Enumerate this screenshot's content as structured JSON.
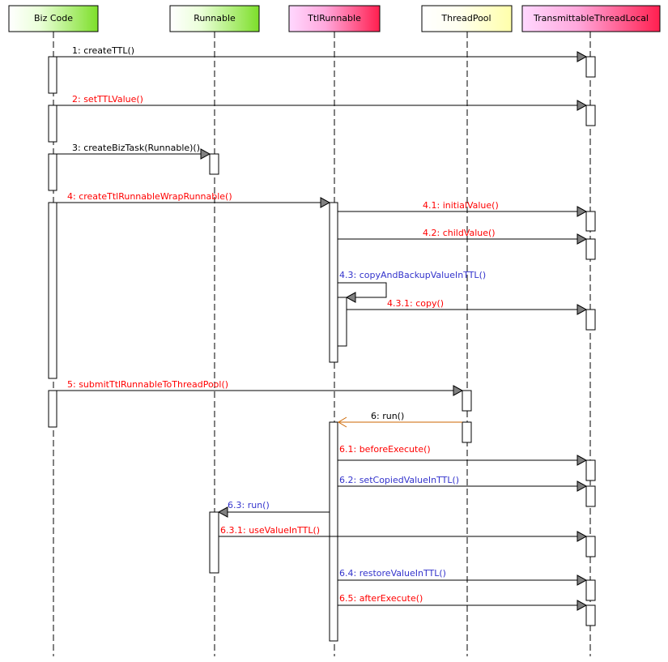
{
  "colors": {
    "black": "#000000",
    "red": "#ff0000",
    "blue": "#3333cc",
    "orange": "#cc6600",
    "arrowhead_fill": "#808080"
  },
  "participants": [
    {
      "id": "biz",
      "label": "Biz Code",
      "gradient": "green"
    },
    {
      "id": "runnable",
      "label": "Runnable",
      "gradient": "green"
    },
    {
      "id": "ttlrunnable",
      "label": "TtlRunnable",
      "gradient": "pink"
    },
    {
      "id": "threadpool",
      "label": "ThreadPool",
      "gradient": "yellow"
    },
    {
      "id": "ttl",
      "label": "TransmittableThreadLocal",
      "gradient": "pink"
    }
  ],
  "messages": [
    {
      "label": "1: createTTL()",
      "color": "black"
    },
    {
      "label": "2: setTTLValue()",
      "color": "red"
    },
    {
      "label": "3: createBizTask(Runnable)()",
      "color": "black"
    },
    {
      "label": "4: createTtlRunnableWrapRunnable()",
      "color": "red"
    },
    {
      "label": "4.1: initialValue()",
      "color": "red"
    },
    {
      "label": "4.2: childValue()",
      "color": "red"
    },
    {
      "label": "4.3: copyAndBackupValueInTTL()",
      "color": "blue"
    },
    {
      "label": "4.3.1: copy()",
      "color": "red"
    },
    {
      "label": "5: submitTtlRunnableToThreadPool()",
      "color": "red"
    },
    {
      "label": "6: run()",
      "color": "black"
    },
    {
      "label": "6.1: beforeExecute()",
      "color": "red"
    },
    {
      "label": "6.2: setCopiedValueInTTL()",
      "color": "blue"
    },
    {
      "label": "6.3: run()",
      "color": "blue"
    },
    {
      "label": "6.3.1: useValueInTTL()",
      "color": "red"
    },
    {
      "label": "6.4: restoreValueInTTL()",
      "color": "blue"
    },
    {
      "label": "6.5: afterExecute()",
      "color": "red"
    }
  ]
}
